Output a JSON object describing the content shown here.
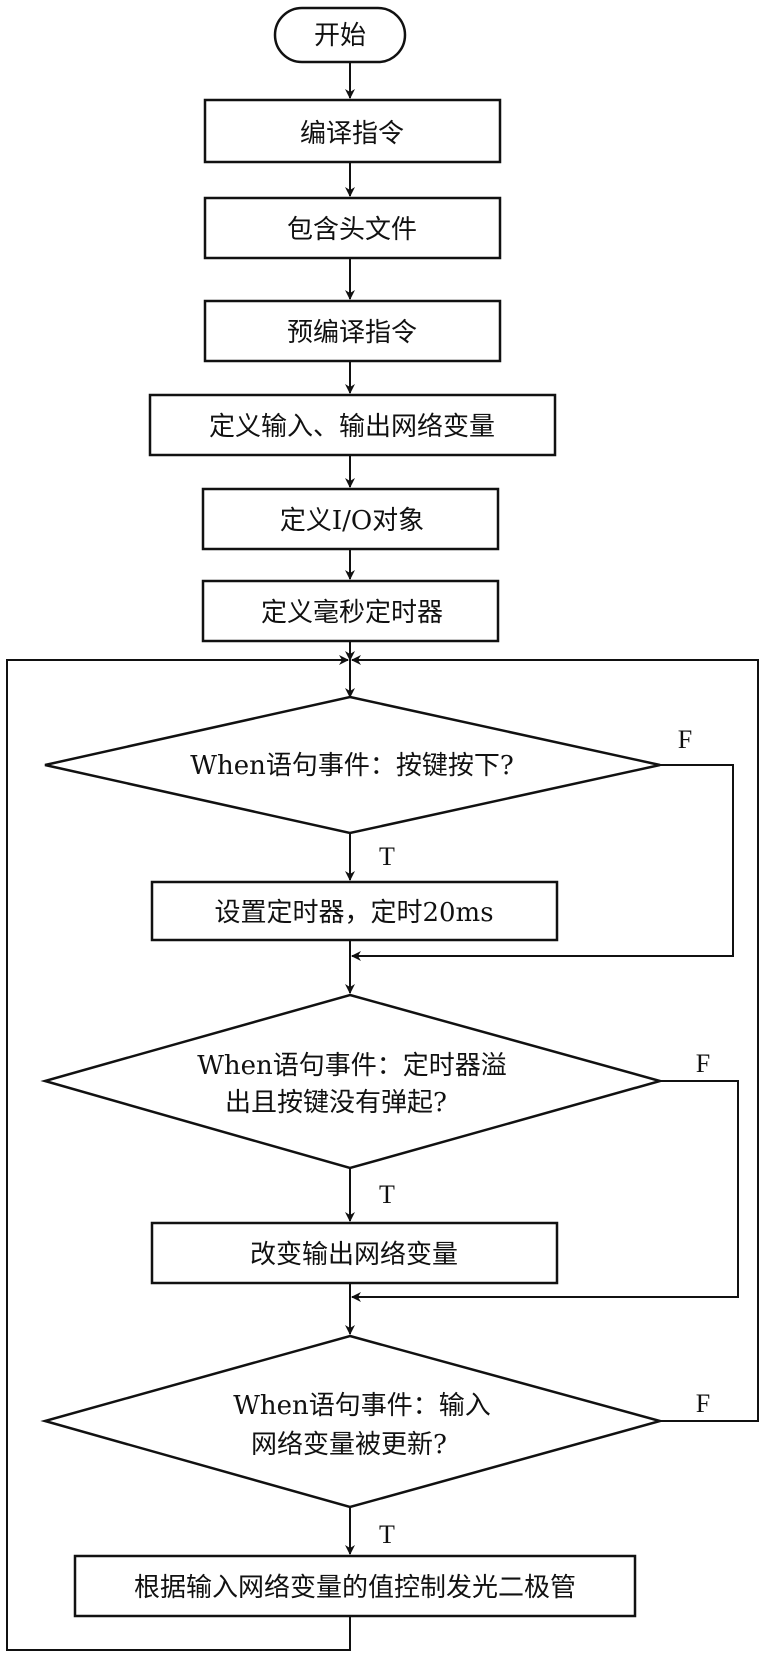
{
  "flowchart": {
    "start": "开始",
    "steps": {
      "compile_directive": "编译指令",
      "include_header": "包含头文件",
      "precompile_directive": "预编译指令",
      "define_io_vars": "定义输入、输出网络变量",
      "define_io_objects": "定义I/O对象",
      "define_ms_timer": "定义毫秒定时器",
      "set_timer": "设置定时器，定时20ms",
      "change_output_var": "改变输出网络变量",
      "control_led": "根据输入网络变量的值控制发光二极管"
    },
    "decisions": {
      "key_pressed": {
        "line1": "When语句事件：按键按下?"
      },
      "timer_overflow": {
        "line1": "When语句事件：定时器溢",
        "line2": "出且按键没有弹起?"
      },
      "input_updated": {
        "line1": "When语句事件：输入",
        "line2": "网络变量被更新?"
      }
    },
    "branch_labels": {
      "true": "T",
      "false": "F"
    }
  }
}
